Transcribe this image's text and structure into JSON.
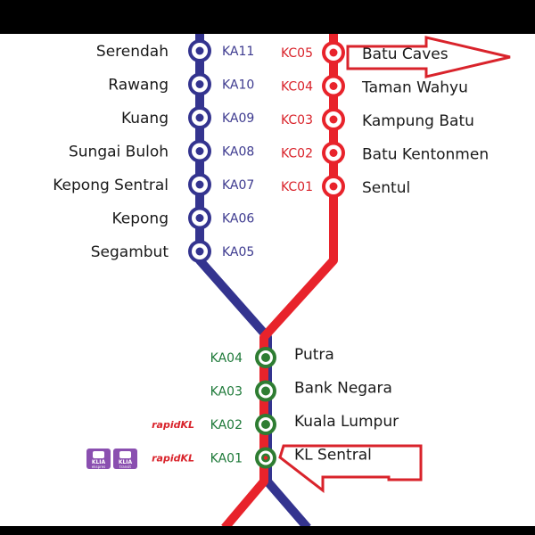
{
  "colors": {
    "ka_line": "#34348f",
    "kc_line": "#e8232b",
    "shared_station": "#2e7d32",
    "arrow": "#d9232b",
    "klia_badge": "#8a4fb0"
  },
  "north_ka_stations": [
    {
      "name": "Serendah",
      "code": "KA11"
    },
    {
      "name": "Rawang",
      "code": "KA10"
    },
    {
      "name": "Kuang",
      "code": "KA09"
    },
    {
      "name": "Sungai Buloh",
      "code": "KA08"
    },
    {
      "name": "Kepong Sentral",
      "code": "KA07"
    },
    {
      "name": "Kepong",
      "code": "KA06"
    },
    {
      "name": "Segambut",
      "code": "KA05"
    }
  ],
  "north_kc_stations": [
    {
      "name": "Batu Caves",
      "code": "KC05"
    },
    {
      "name": "Taman Wahyu",
      "code": "KC04"
    },
    {
      "name": "Kampung Batu",
      "code": "KC03"
    },
    {
      "name": "Batu Kentonmen",
      "code": "KC02"
    },
    {
      "name": "Sentul",
      "code": "KC01"
    }
  ],
  "shared_stations": [
    {
      "name": "Putra",
      "code": "KA04",
      "rapid": ""
    },
    {
      "name": "Bank Negara",
      "code": "KA03",
      "rapid": ""
    },
    {
      "name": "Kuala Lumpur",
      "code": "KA02",
      "rapid": "rapidKL"
    },
    {
      "name": "KL Sentral",
      "code": "KA01",
      "rapid": "rapidKL"
    }
  ],
  "klia_badges": [
    {
      "label": "KLIA",
      "sub": "ekspres"
    },
    {
      "label": "KLIA",
      "sub": "transit"
    }
  ]
}
